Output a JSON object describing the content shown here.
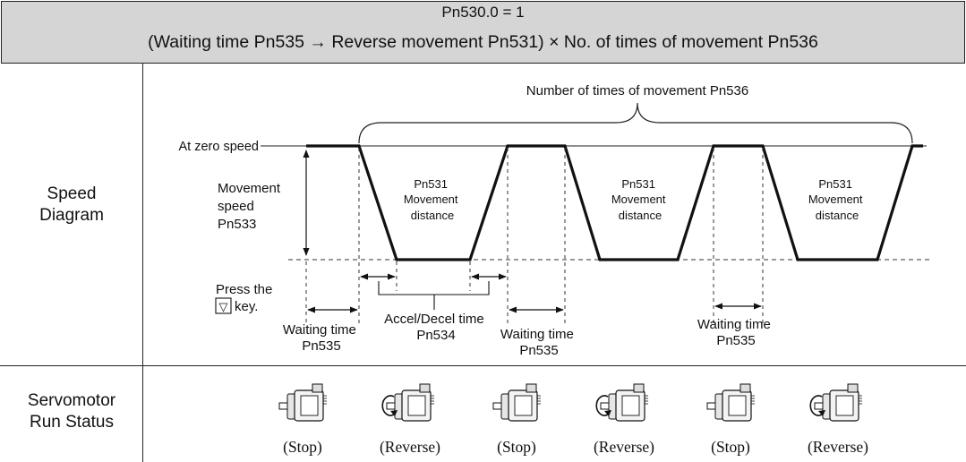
{
  "header": {
    "mode": "Pn530.0 = 1",
    "formula": "(Waiting time Pn535 → Reverse movement Pn531) × No. of times of movement Pn536"
  },
  "rows": {
    "speed_diagram": [
      "Speed",
      "Diagram"
    ],
    "run_status": [
      "Servomotor",
      "Run Status"
    ]
  },
  "diagram": {
    "movement_count": "Number of times of movement Pn536",
    "zero_speed": "At zero speed",
    "movement_speed": [
      "Movement",
      "speed",
      "Pn533"
    ],
    "movement_distance": [
      "Pn531",
      "Movement",
      "distance"
    ],
    "press_key": [
      "Press the",
      "key."
    ],
    "key_symbol": "▽",
    "waiting_time": [
      "Waiting time",
      "Pn535"
    ],
    "accel_decel": [
      "Accel/Decel time",
      "Pn534"
    ]
  },
  "run_status": [
    "(Stop)",
    "(Reverse)",
    "(Stop)",
    "(Reverse)",
    "(Stop)",
    "(Reverse)"
  ],
  "icons": [
    "servomotor-icon",
    "reverse-rotation-arrow-icon",
    "down-triangle-key-icon"
  ]
}
